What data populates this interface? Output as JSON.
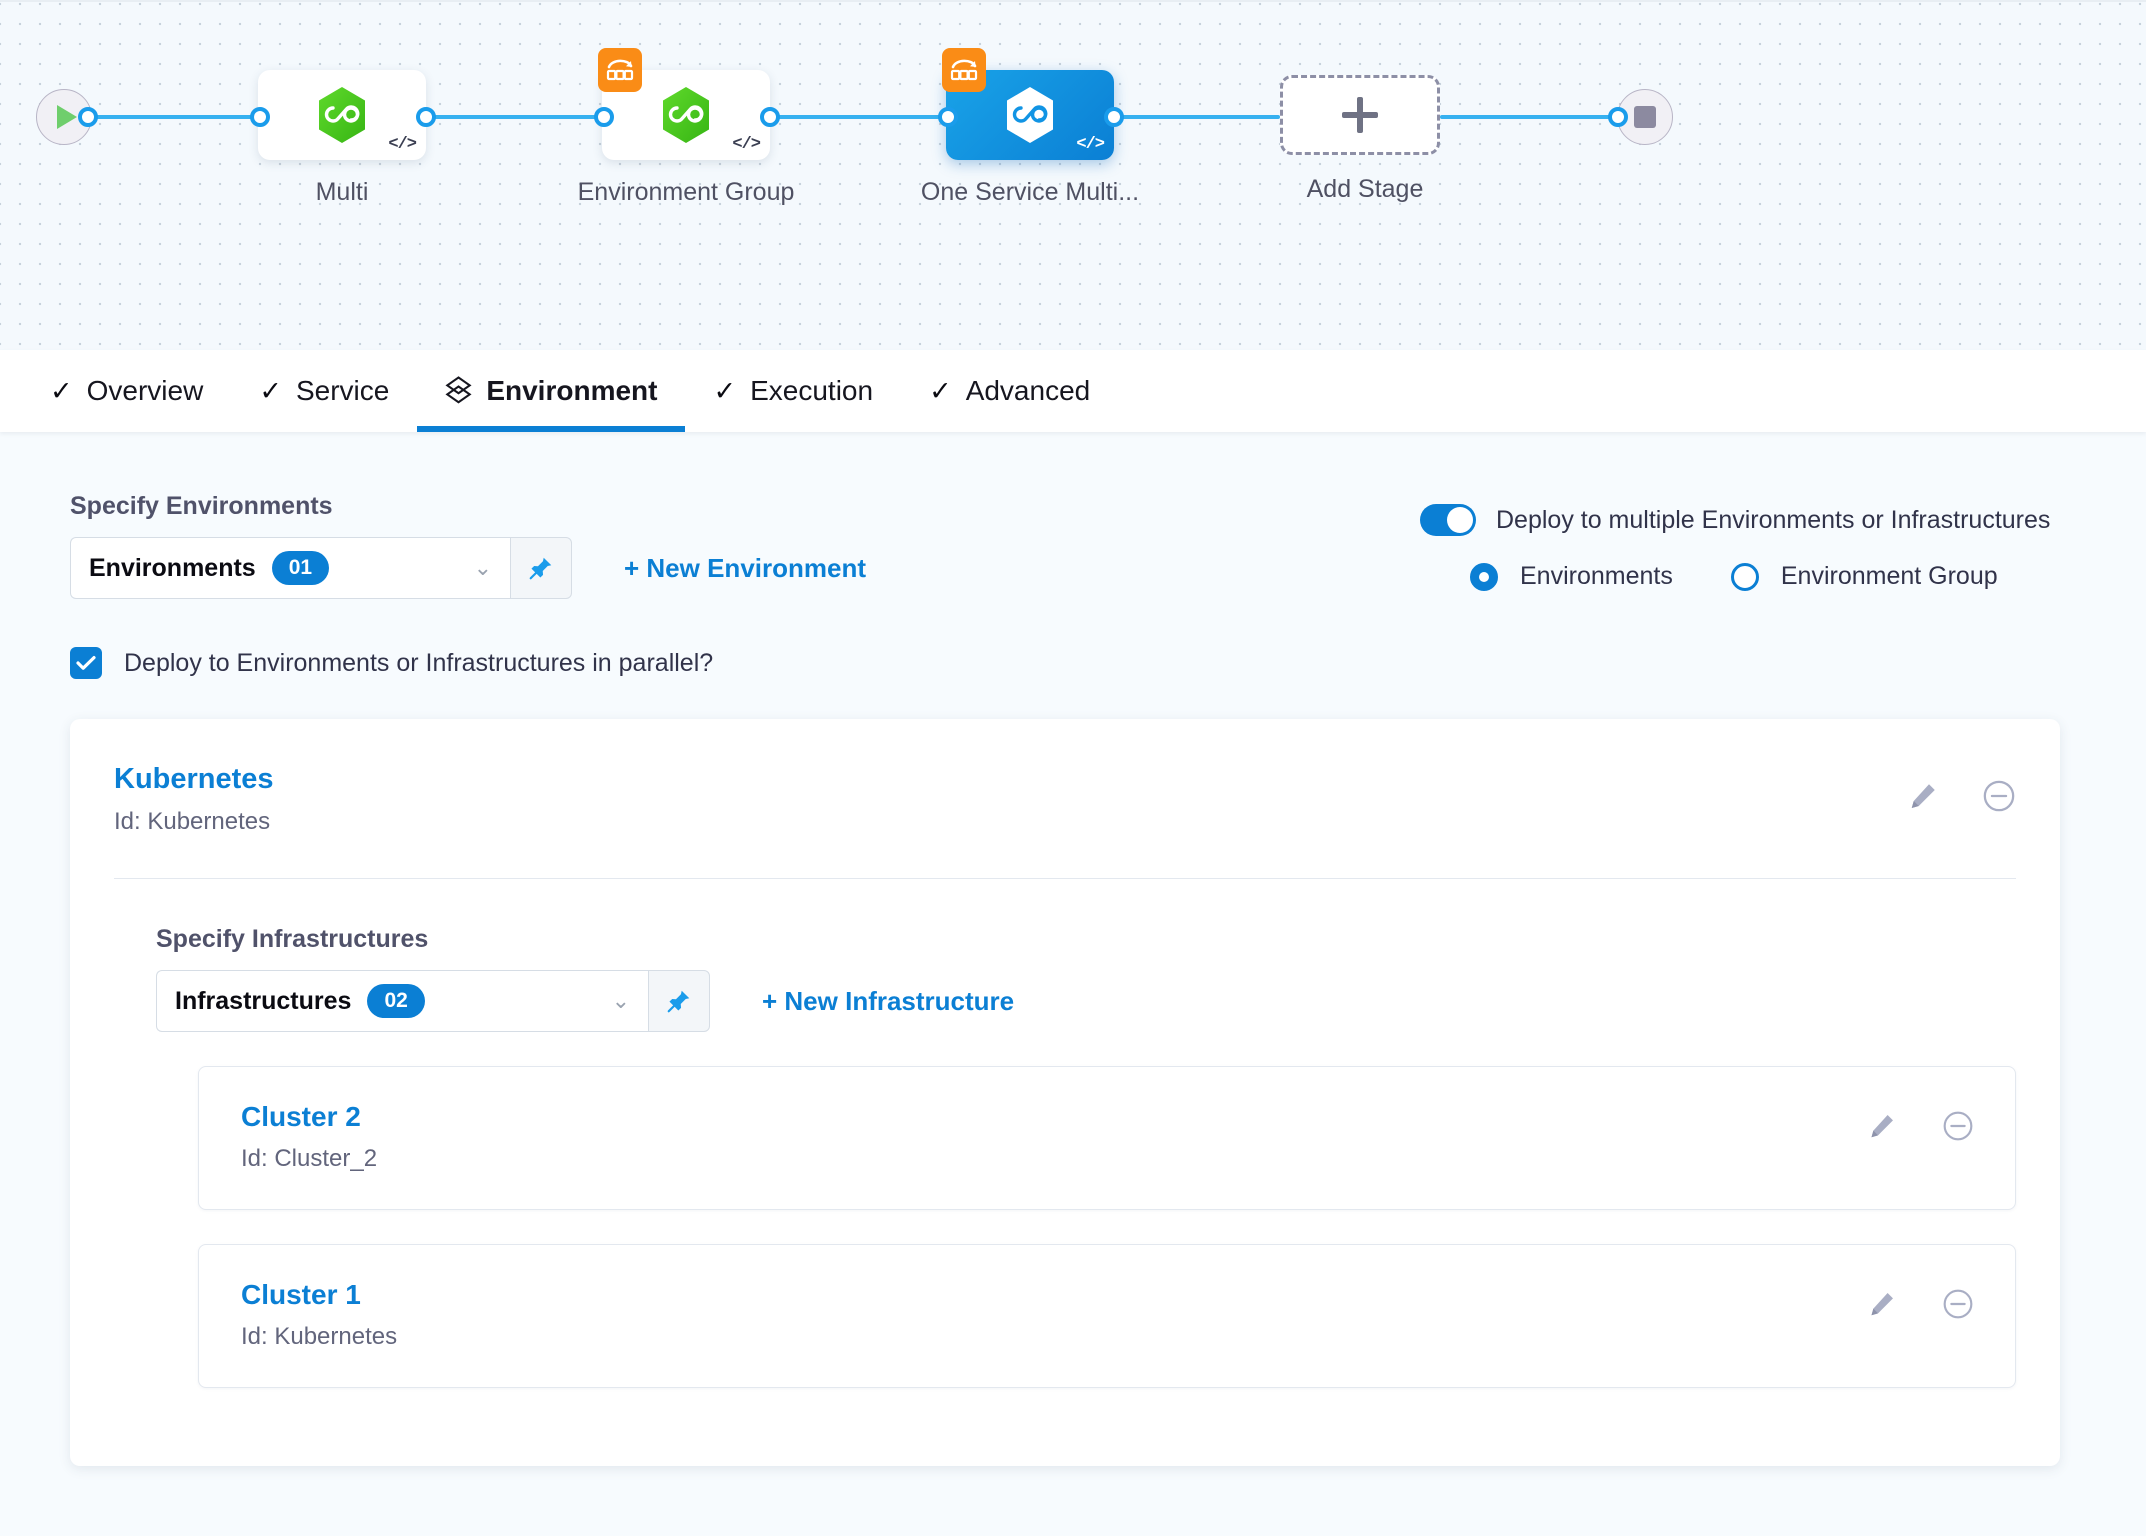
{
  "pipeline": {
    "start_node": "start-play",
    "end_node": "stop",
    "stages": [
      {
        "label": "Multi",
        "icon": "harness-cd-hexagon-icon",
        "selected": false,
        "multi_badge": false,
        "code": "</>"
      },
      {
        "label": "Environment Group",
        "icon": "harness-cd-hexagon-icon",
        "selected": false,
        "multi_badge": true,
        "code": "</>"
      },
      {
        "label": "One Service Multi...",
        "icon": "harness-cd-hexagon-icon",
        "selected": true,
        "multi_badge": true,
        "code": "</>"
      }
    ],
    "add_stage_label": "Add Stage"
  },
  "tabs": [
    {
      "label": "Overview",
      "icon": "check-icon",
      "active": false
    },
    {
      "label": "Service",
      "icon": "check-icon",
      "active": false
    },
    {
      "label": "Environment",
      "icon": "layers-icon",
      "active": true
    },
    {
      "label": "Execution",
      "icon": "check-icon",
      "active": false
    },
    {
      "label": "Advanced",
      "icon": "check-icon",
      "active": false
    }
  ],
  "environments": {
    "section_label": "Specify Environments",
    "select_label": "Environments",
    "count": "01",
    "new_link": "+ New Environment",
    "pin_icon": "pin-icon",
    "chevron_icon": "chevron-down-icon"
  },
  "multi_deploy": {
    "toggle_label": "Deploy to multiple Environments or Infrastructures",
    "toggle_on": true,
    "options": [
      {
        "label": "Environments",
        "checked": true
      },
      {
        "label": "Environment Group",
        "checked": false
      }
    ]
  },
  "parallel": {
    "label": "Deploy to Environments or Infrastructures in parallel?",
    "checked": true
  },
  "environment_card": {
    "name": "Kubernetes",
    "id": "Id: Kubernetes",
    "edit_icon": "pencil-icon",
    "remove_icon": "minus-circle-icon"
  },
  "infrastructures": {
    "section_label": "Specify Infrastructures",
    "select_label": "Infrastructures",
    "count": "02",
    "new_link": "+ New Infrastructure",
    "pin_icon": "pin-icon",
    "chevron_icon": "chevron-down-icon",
    "items": [
      {
        "name": "Cluster 2",
        "id": "Id: Cluster_2",
        "edit_icon": "pencil-icon",
        "remove_icon": "minus-circle-icon"
      },
      {
        "name": "Cluster 1",
        "id": "Id: Kubernetes",
        "edit_icon": "pencil-icon",
        "remove_icon": "minus-circle-icon"
      }
    ]
  },
  "colors": {
    "accent_blue": "#0b7fd4",
    "wire_blue": "#36b1f0",
    "badge_orange": "#fa8c16",
    "hex_green": "#4ec224",
    "muted_text": "#62657c",
    "canvas_bg": "#f4f9fd",
    "page_bg": "#f7fbfe"
  }
}
